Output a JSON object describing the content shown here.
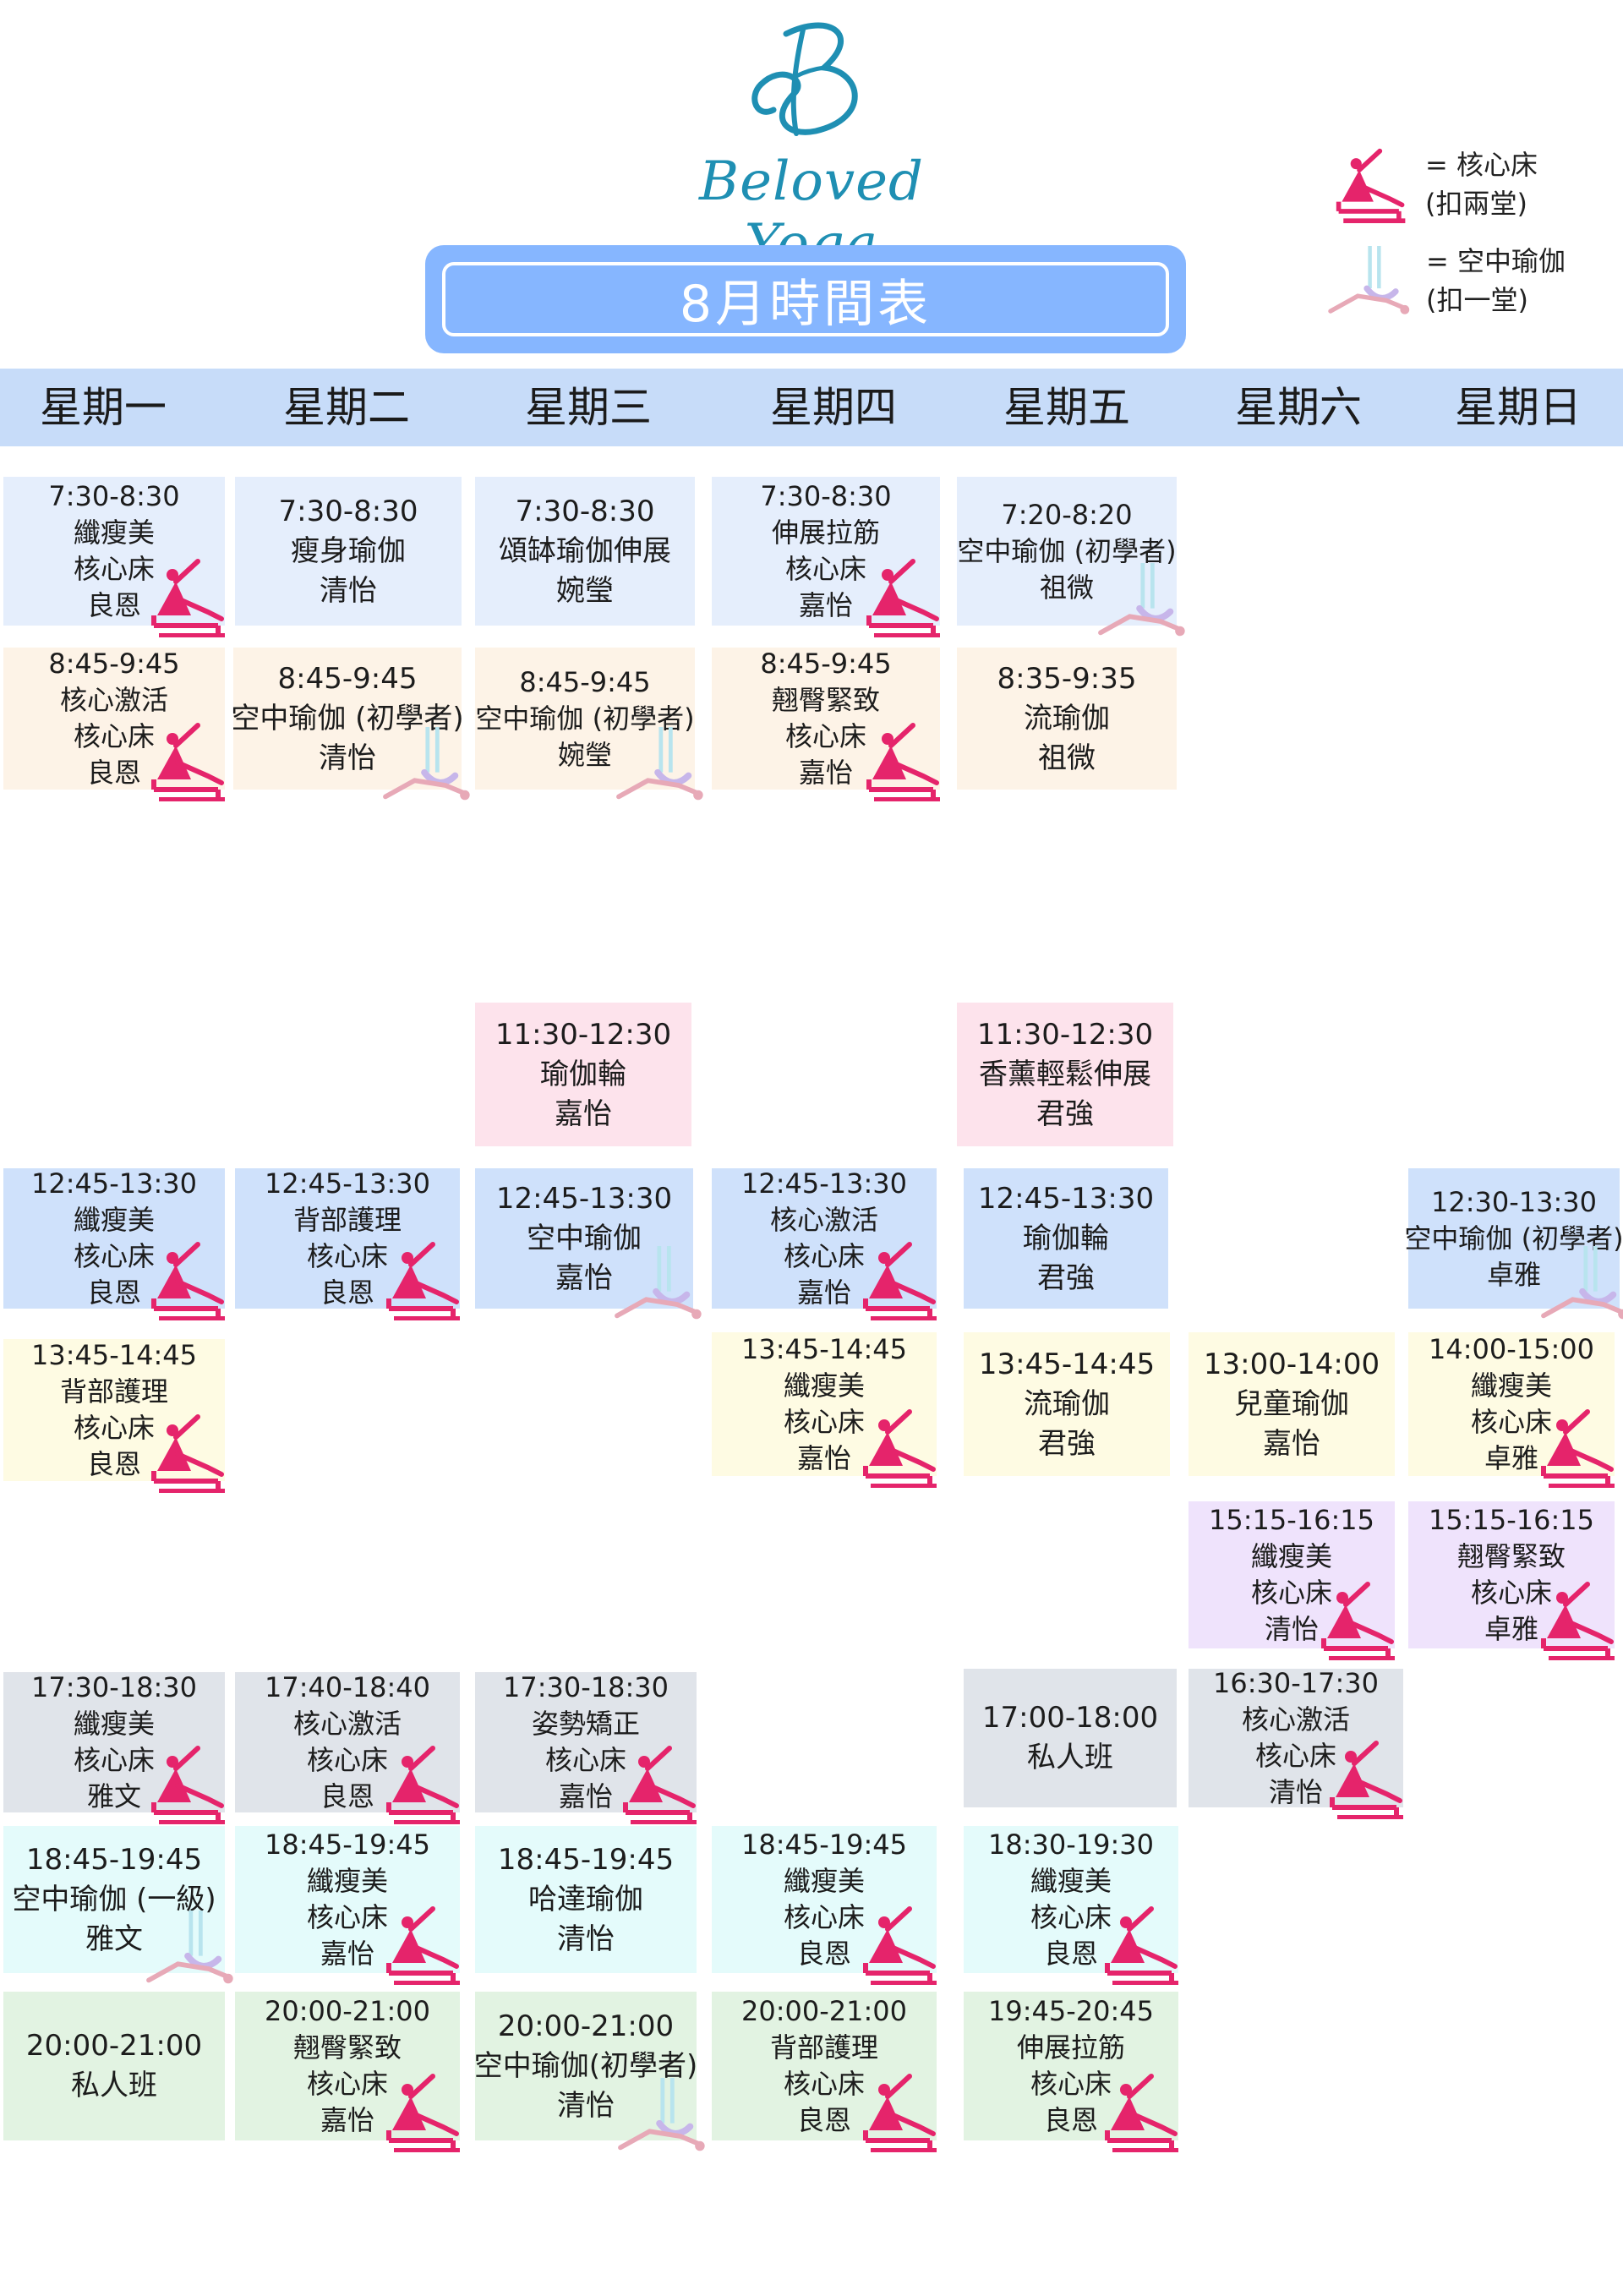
{
  "brand": {
    "logo_letter": "B",
    "name": "Beloved Yoga"
  },
  "title": "8月時間表",
  "legend": [
    {
      "icon": "pilates-reformer-icon",
      "line1": "= 核心床",
      "line2": "(扣兩堂)"
    },
    {
      "icon": "aerial-yoga-icon",
      "line1": "= 空中瑜伽",
      "line2": "(扣一堂)"
    }
  ],
  "days": [
    "星期一",
    "星期二",
    "星期三",
    "星期四",
    "星期五",
    "星期六",
    "星期日"
  ],
  "classes": [
    {
      "day": "星期一",
      "time": "7:30-8:30",
      "lines": [
        "纖瘦美",
        "核心床",
        "良恩"
      ],
      "icon": "pilates"
    },
    {
      "day": "星期二",
      "time": "7:30-8:30",
      "lines": [
        "瘦身瑜伽",
        "清怡"
      ]
    },
    {
      "day": "星期三",
      "time": "7:30-8:30",
      "lines": [
        "頌缽瑜伽伸展",
        "婉瑩"
      ]
    },
    {
      "day": "星期四",
      "time": "7:30-8:30",
      "lines": [
        "伸展拉筋",
        "核心床",
        "嘉怡"
      ],
      "icon": "pilates"
    },
    {
      "day": "星期五",
      "time": "7:20-8:20",
      "lines": [
        "空中瑜伽 (初學者)",
        "祖微"
      ],
      "icon": "aerial"
    },
    {
      "day": "星期一",
      "time": "8:45-9:45",
      "lines": [
        "核心激活",
        "核心床",
        "良恩"
      ],
      "icon": "pilates"
    },
    {
      "day": "星期二",
      "time": "8:45-9:45",
      "lines": [
        "空中瑜伽 (初學者)",
        "清怡"
      ],
      "icon": "aerial"
    },
    {
      "day": "星期三",
      "time": "8:45-9:45",
      "lines": [
        "空中瑜伽 (初學者)",
        "婉瑩"
      ],
      "icon": "aerial"
    },
    {
      "day": "星期四",
      "time": "8:45-9:45",
      "lines": [
        "翹臀緊致",
        "核心床",
        "嘉怡"
      ],
      "icon": "pilates"
    },
    {
      "day": "星期五",
      "time": "8:35-9:35",
      "lines": [
        "流瑜伽",
        "祖微"
      ]
    },
    {
      "day": "星期三",
      "time": "11:30-12:30",
      "lines": [
        "瑜伽輪",
        "嘉怡"
      ]
    },
    {
      "day": "星期五",
      "time": "11:30-12:30",
      "lines": [
        "香薰輕鬆伸展",
        "君強"
      ]
    },
    {
      "day": "星期一",
      "time": "12:45-13:30",
      "lines": [
        "纖瘦美",
        "核心床",
        "良恩"
      ],
      "icon": "pilates"
    },
    {
      "day": "星期二",
      "time": "12:45-13:30",
      "lines": [
        "背部護理",
        "核心床",
        "良恩"
      ],
      "icon": "pilates"
    },
    {
      "day": "星期三",
      "time": "12:45-13:30",
      "lines": [
        "空中瑜伽",
        "嘉怡"
      ],
      "icon": "aerial"
    },
    {
      "day": "星期四",
      "time": "12:45-13:30",
      "lines": [
        "核心激活",
        "核心床",
        "嘉怡"
      ],
      "icon": "pilates"
    },
    {
      "day": "星期五",
      "time": "12:45-13:30",
      "lines": [
        "瑜伽輪",
        "君強"
      ]
    },
    {
      "day": "星期日",
      "time": "12:30-13:30",
      "lines": [
        "空中瑜伽 (初學者)",
        "卓雅"
      ],
      "icon": "aerial"
    },
    {
      "day": "星期一",
      "time": "13:45-14:45",
      "lines": [
        "背部護理",
        "核心床",
        "良恩"
      ],
      "icon": "pilates"
    },
    {
      "day": "星期四",
      "time": "13:45-14:45",
      "lines": [
        "纖瘦美",
        "核心床",
        "嘉怡"
      ],
      "icon": "pilates"
    },
    {
      "day": "星期五",
      "time": "13:45-14:45",
      "lines": [
        "流瑜伽",
        "君強"
      ]
    },
    {
      "day": "星期六",
      "time": "13:00-14:00",
      "lines": [
        "兒童瑜伽",
        "嘉怡"
      ]
    },
    {
      "day": "星期日",
      "time": "14:00-15:00",
      "lines": [
        "纖瘦美",
        "核心床",
        "卓雅"
      ],
      "icon": "pilates"
    },
    {
      "day": "星期六",
      "time": "15:15-16:15",
      "lines": [
        "纖瘦美",
        "核心床",
        "清怡"
      ],
      "icon": "pilates"
    },
    {
      "day": "星期日",
      "time": "15:15-16:15",
      "lines": [
        "翹臀緊致",
        "核心床",
        "卓雅"
      ],
      "icon": "pilates"
    },
    {
      "day": "星期一",
      "time": "17:30-18:30",
      "lines": [
        "纖瘦美",
        "核心床",
        "雅文"
      ],
      "icon": "pilates"
    },
    {
      "day": "星期二",
      "time": "17:40-18:40",
      "lines": [
        "核心激活",
        "核心床",
        "良恩"
      ],
      "icon": "pilates"
    },
    {
      "day": "星期三",
      "time": "17:30-18:30",
      "lines": [
        "姿勢矯正",
        "核心床",
        "嘉怡"
      ],
      "icon": "pilates"
    },
    {
      "day": "星期五",
      "time": "17:00-18:00",
      "lines": [
        "私人班"
      ]
    },
    {
      "day": "星期六",
      "time": "16:30-17:30",
      "lines": [
        "核心激活",
        "核心床",
        "清怡"
      ],
      "icon": "pilates"
    },
    {
      "day": "星期一",
      "time": "18:45-19:45",
      "lines": [
        "空中瑜伽 (一級)",
        "雅文"
      ],
      "icon": "aerial"
    },
    {
      "day": "星期二",
      "time": "18:45-19:45",
      "lines": [
        "纖瘦美",
        "核心床",
        "嘉怡"
      ],
      "icon": "pilates"
    },
    {
      "day": "星期三",
      "time": "18:45-19:45",
      "lines": [
        "哈達瑜伽",
        "清怡"
      ]
    },
    {
      "day": "星期四",
      "time": "18:45-19:45",
      "lines": [
        "纖瘦美",
        "核心床",
        "良恩"
      ],
      "icon": "pilates"
    },
    {
      "day": "星期五",
      "time": "18:30-19:30",
      "lines": [
        "纖瘦美",
        "核心床",
        "良恩"
      ],
      "icon": "pilates"
    },
    {
      "day": "星期一",
      "time": "20:00-21:00",
      "lines": [
        "私人班"
      ]
    },
    {
      "day": "星期二",
      "time": "20:00-21:00",
      "lines": [
        "翹臀緊致",
        "核心床",
        "嘉怡"
      ],
      "icon": "pilates"
    },
    {
      "day": "星期三",
      "time": "20:00-21:00",
      "lines": [
        "空中瑜伽(初學者)",
        "清怡"
      ],
      "icon": "aerial"
    },
    {
      "day": "星期四",
      "time": "20:00-21:00",
      "lines": [
        "背部護理",
        "核心床",
        "良恩"
      ],
      "icon": "pilates"
    },
    {
      "day": "星期五",
      "time": "19:45-20:45",
      "lines": [
        "伸展拉筋",
        "核心床",
        "良恩"
      ],
      "icon": "pilates"
    }
  ],
  "colors": {
    "title_banner": "#86b6ff",
    "day_bar": "#c7dcf9",
    "pilates_icon": "#e5246b",
    "logo": "#1f8fb3"
  }
}
